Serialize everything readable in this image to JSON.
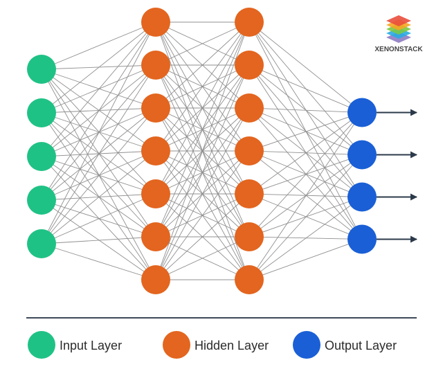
{
  "brand": {
    "name": "XENONSTACK",
    "logo_icon": "stacked-layers-logo",
    "logo_colors": [
      "#e94e3c",
      "#f5a623",
      "#7ac943",
      "#29abe2",
      "#8e7cc3"
    ]
  },
  "network": {
    "layers": [
      {
        "role": "input",
        "nodes": 5,
        "color": "#1fc285"
      },
      {
        "role": "hidden",
        "nodes": 7,
        "color": "#e3651f"
      },
      {
        "role": "hidden",
        "nodes": 7,
        "color": "#e3651f"
      },
      {
        "role": "output",
        "nodes": 4,
        "color": "#1a5fd6"
      }
    ],
    "connections": "fully-connected",
    "edge_color": "#8f8f8f",
    "output_arrows": true
  },
  "legend": {
    "items": [
      {
        "label": "Input Layer",
        "color": "#1fc285"
      },
      {
        "label": "Hidden Layer",
        "color": "#e3651f"
      },
      {
        "label": "Output Layer",
        "color": "#1a5fd6"
      }
    ]
  }
}
